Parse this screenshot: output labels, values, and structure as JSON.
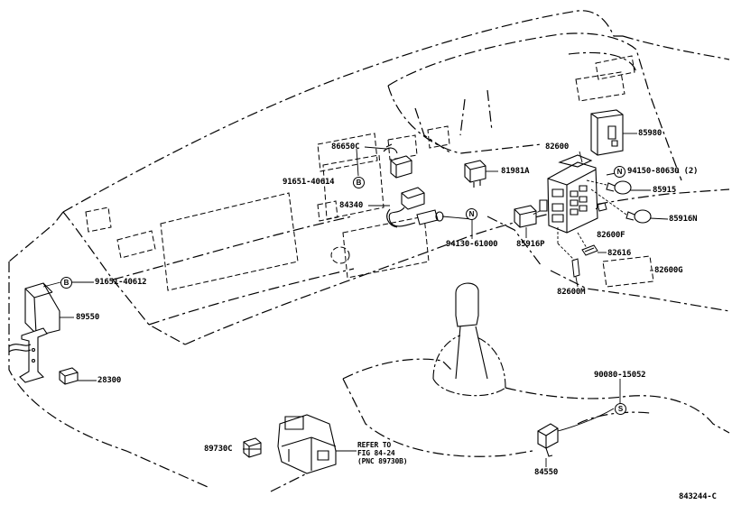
{
  "parts": {
    "p85980": "85980",
    "p82600": "82600",
    "p86650c": "86650C",
    "p91651_40614": "91651-40614",
    "p81981a": "81981A",
    "p94150": "94150-80630 (2)",
    "p85915": "85915",
    "p84340": "84340",
    "p85916n": "85916N",
    "p82600f": "82600F",
    "p94130": "94130-61000",
    "p85916p": "85916P",
    "p82616": "82616",
    "p82600g": "82600G",
    "p82600m": "82600M",
    "p91651_40612": "91651-40612",
    "p89550": "89550",
    "p28300": "28300",
    "p90080": "90080-15052",
    "p89730c": "89730C",
    "refer_line1": "REFER TO",
    "refer_line2": "FIG 84-24",
    "refer_line3": "(PNC 89730B)",
    "p84550": "84550",
    "diagram_id": "843244-C"
  },
  "callouts": {
    "b_upper": "B",
    "b_left": "B",
    "n_upper": "N",
    "n_lower": "N",
    "s_right": "S"
  }
}
